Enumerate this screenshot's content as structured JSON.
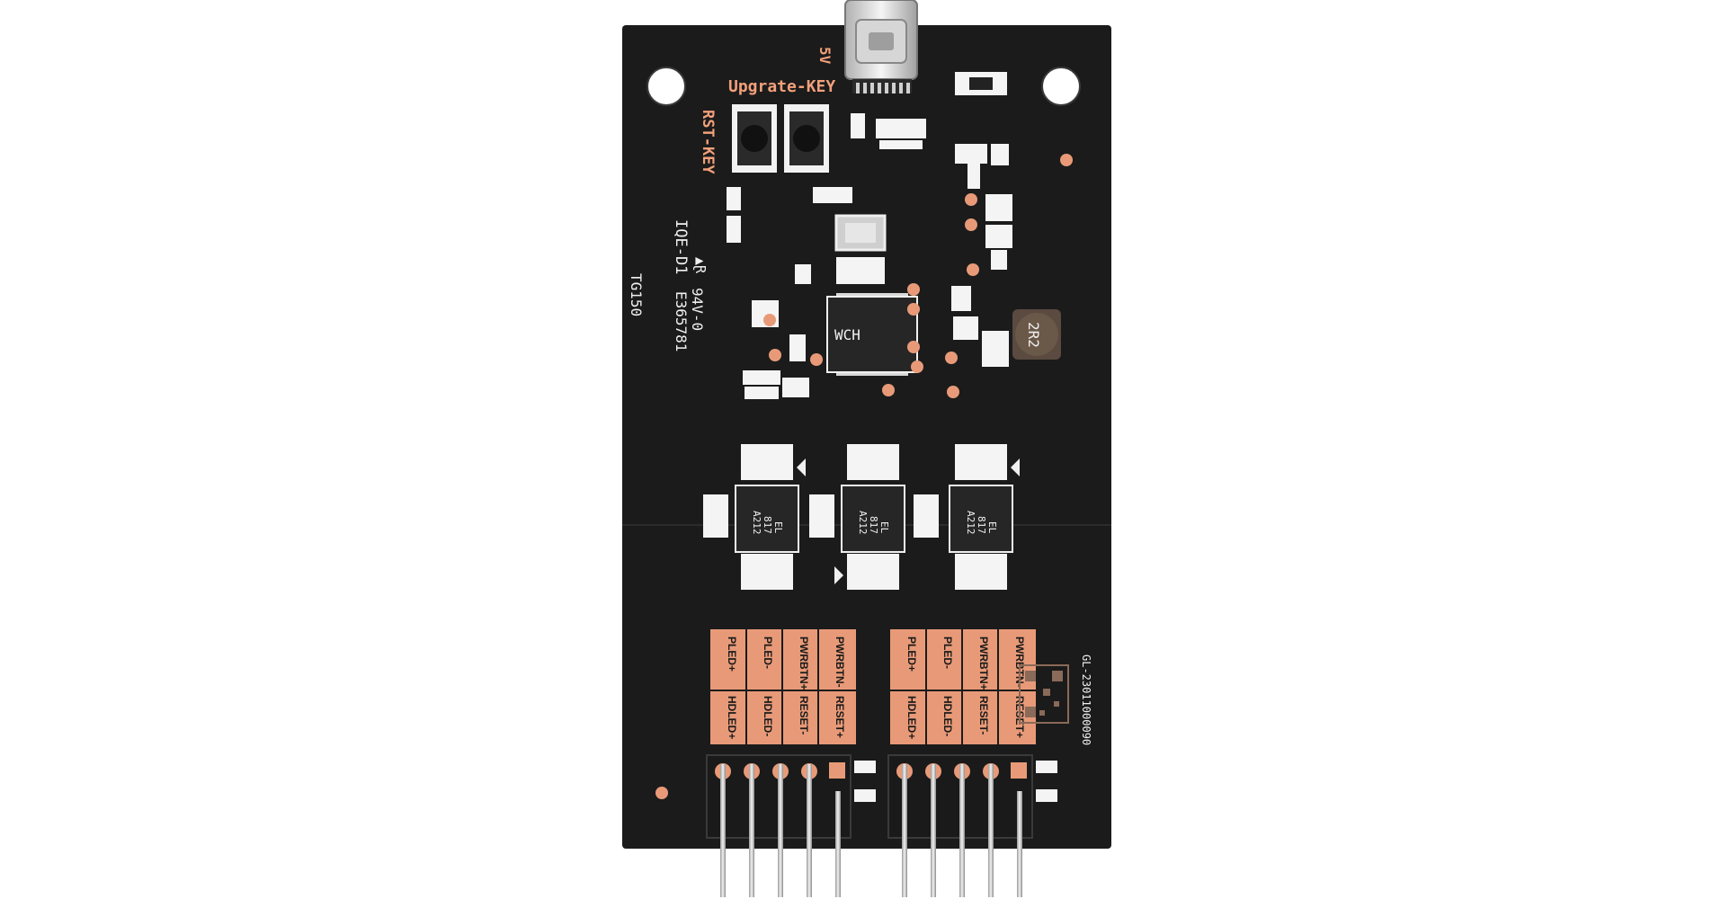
{
  "board": {
    "labels": {
      "voltage": "5V",
      "upgrade_key": "Upgrate-KEY",
      "reset_key": "RST-KEY",
      "part_code": "IQE-D1",
      "rating": "94V-0",
      "cert_number": "E365781",
      "model": "TG150",
      "chip_logo": "WCH",
      "inductor": "2R2",
      "serial": "GL-23011000090"
    },
    "optocouplers": [
      {
        "line1": "EL",
        "line2": "817",
        "line3": "A212"
      },
      {
        "line1": "EL",
        "line2": "817",
        "line3": "A212"
      },
      {
        "line1": "EL",
        "line2": "817",
        "line3": "A212"
      }
    ],
    "header_left": {
      "col1": [
        "PLED+",
        "HDLED+"
      ],
      "col2": [
        "PLED-",
        "HDLED-"
      ],
      "col3": [
        "PWRBTN+",
        "RESET-"
      ],
      "col4": [
        "PWRBTN-",
        "RESET+"
      ]
    },
    "header_right": {
      "col1": [
        "PLED+",
        "HDLED+"
      ],
      "col2": [
        "PLED-",
        "HDLED-"
      ],
      "col3": [
        "PWRBTN+",
        "RESET-"
      ],
      "col4": [
        "PWRBTN-",
        "RESET+"
      ]
    },
    "colors": {
      "background": "#ffffff",
      "pcb": "#1b1b1b",
      "copper": "#e89a78",
      "silkscreen": "#f0f0f0"
    }
  }
}
